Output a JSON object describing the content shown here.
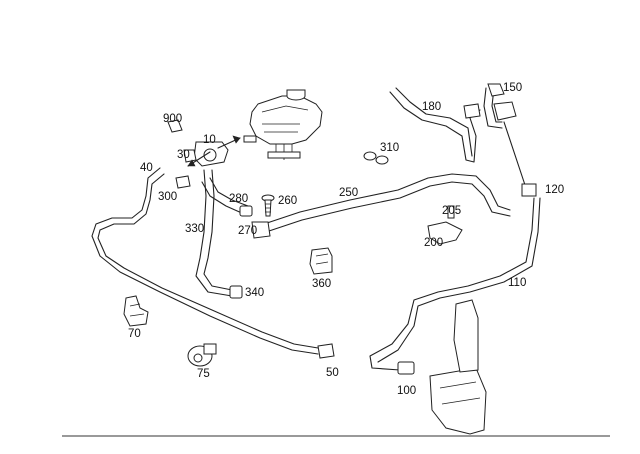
{
  "labels": [
    "900",
    "10",
    "30",
    "40",
    "300",
    "280",
    "260",
    "270",
    "330",
    "340",
    "360",
    "310",
    "250",
    "180",
    "150",
    "120",
    "205",
    "200",
    "110",
    "70",
    "75",
    "50",
    "100"
  ]
}
